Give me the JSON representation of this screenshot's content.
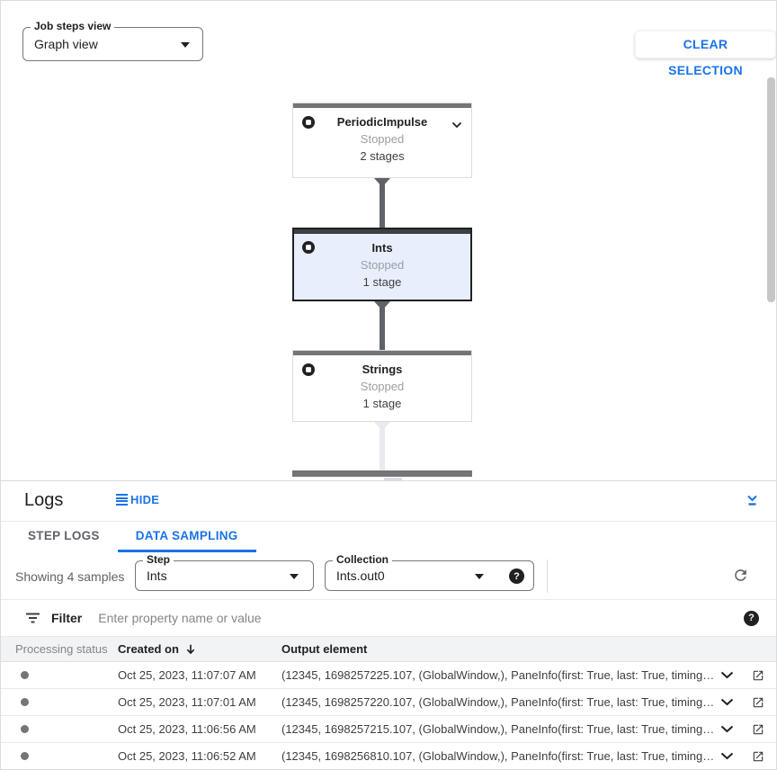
{
  "header": {
    "job_steps_view": {
      "label": "Job steps view",
      "value": "Graph view"
    },
    "clear_selection_label": "CLEAR SELECTION"
  },
  "graph": {
    "nodes": [
      {
        "title": "PeriodicImpulse",
        "status": "Stopped",
        "stages": "2 stages",
        "selected": false,
        "expandable": true
      },
      {
        "title": "Ints",
        "status": "Stopped",
        "stages": "1 stage",
        "selected": true,
        "expandable": false
      },
      {
        "title": "Strings",
        "status": "Stopped",
        "stages": "1 stage",
        "selected": false,
        "expandable": false
      }
    ]
  },
  "logs": {
    "title": "Logs",
    "hide_label": "HIDE",
    "tabs": [
      {
        "label": "STEP LOGS",
        "active": false
      },
      {
        "label": "DATA SAMPLING",
        "active": true
      }
    ],
    "toolbar": {
      "showing_text": "Showing 4 samples",
      "step": {
        "label": "Step",
        "value": "Ints"
      },
      "collection": {
        "label": "Collection",
        "value": "Ints.out0"
      },
      "help_glyph": "?"
    },
    "filter": {
      "label": "Filter",
      "placeholder": "Enter property name or value",
      "help_glyph": "?"
    },
    "table": {
      "columns": {
        "status": "Processing status",
        "created": "Created on",
        "output": "Output element"
      },
      "rows": [
        {
          "created_on": "Oct 25, 2023, 11:07:07 AM",
          "output_element": "(12345, 1698257225.107, (GlobalWindow,), PaneInfo(first: True, last: True, timing…"
        },
        {
          "created_on": "Oct 25, 2023, 11:07:01 AM",
          "output_element": "(12345, 1698257220.107, (GlobalWindow,), PaneInfo(first: True, last: True, timing…"
        },
        {
          "created_on": "Oct 25, 2023, 11:06:56 AM",
          "output_element": "(12345, 1698257215.107, (GlobalWindow,), PaneInfo(first: True, last: True, timing…"
        },
        {
          "created_on": "Oct 25, 2023, 11:06:52 AM",
          "output_element": "(12345, 1698256810.107, (GlobalWindow,), PaneInfo(first: True, last: True, timing…"
        }
      ]
    }
  },
  "colors": {
    "accent_blue": "#1a73e8",
    "selected_node_bg": "#e8eefb",
    "node_top_bar": "#757575",
    "selected_node_top_bar": "#3c4043",
    "connector_dark": "#5f6368",
    "connector_light": "#e8eaed",
    "status_dot": "#757575"
  }
}
